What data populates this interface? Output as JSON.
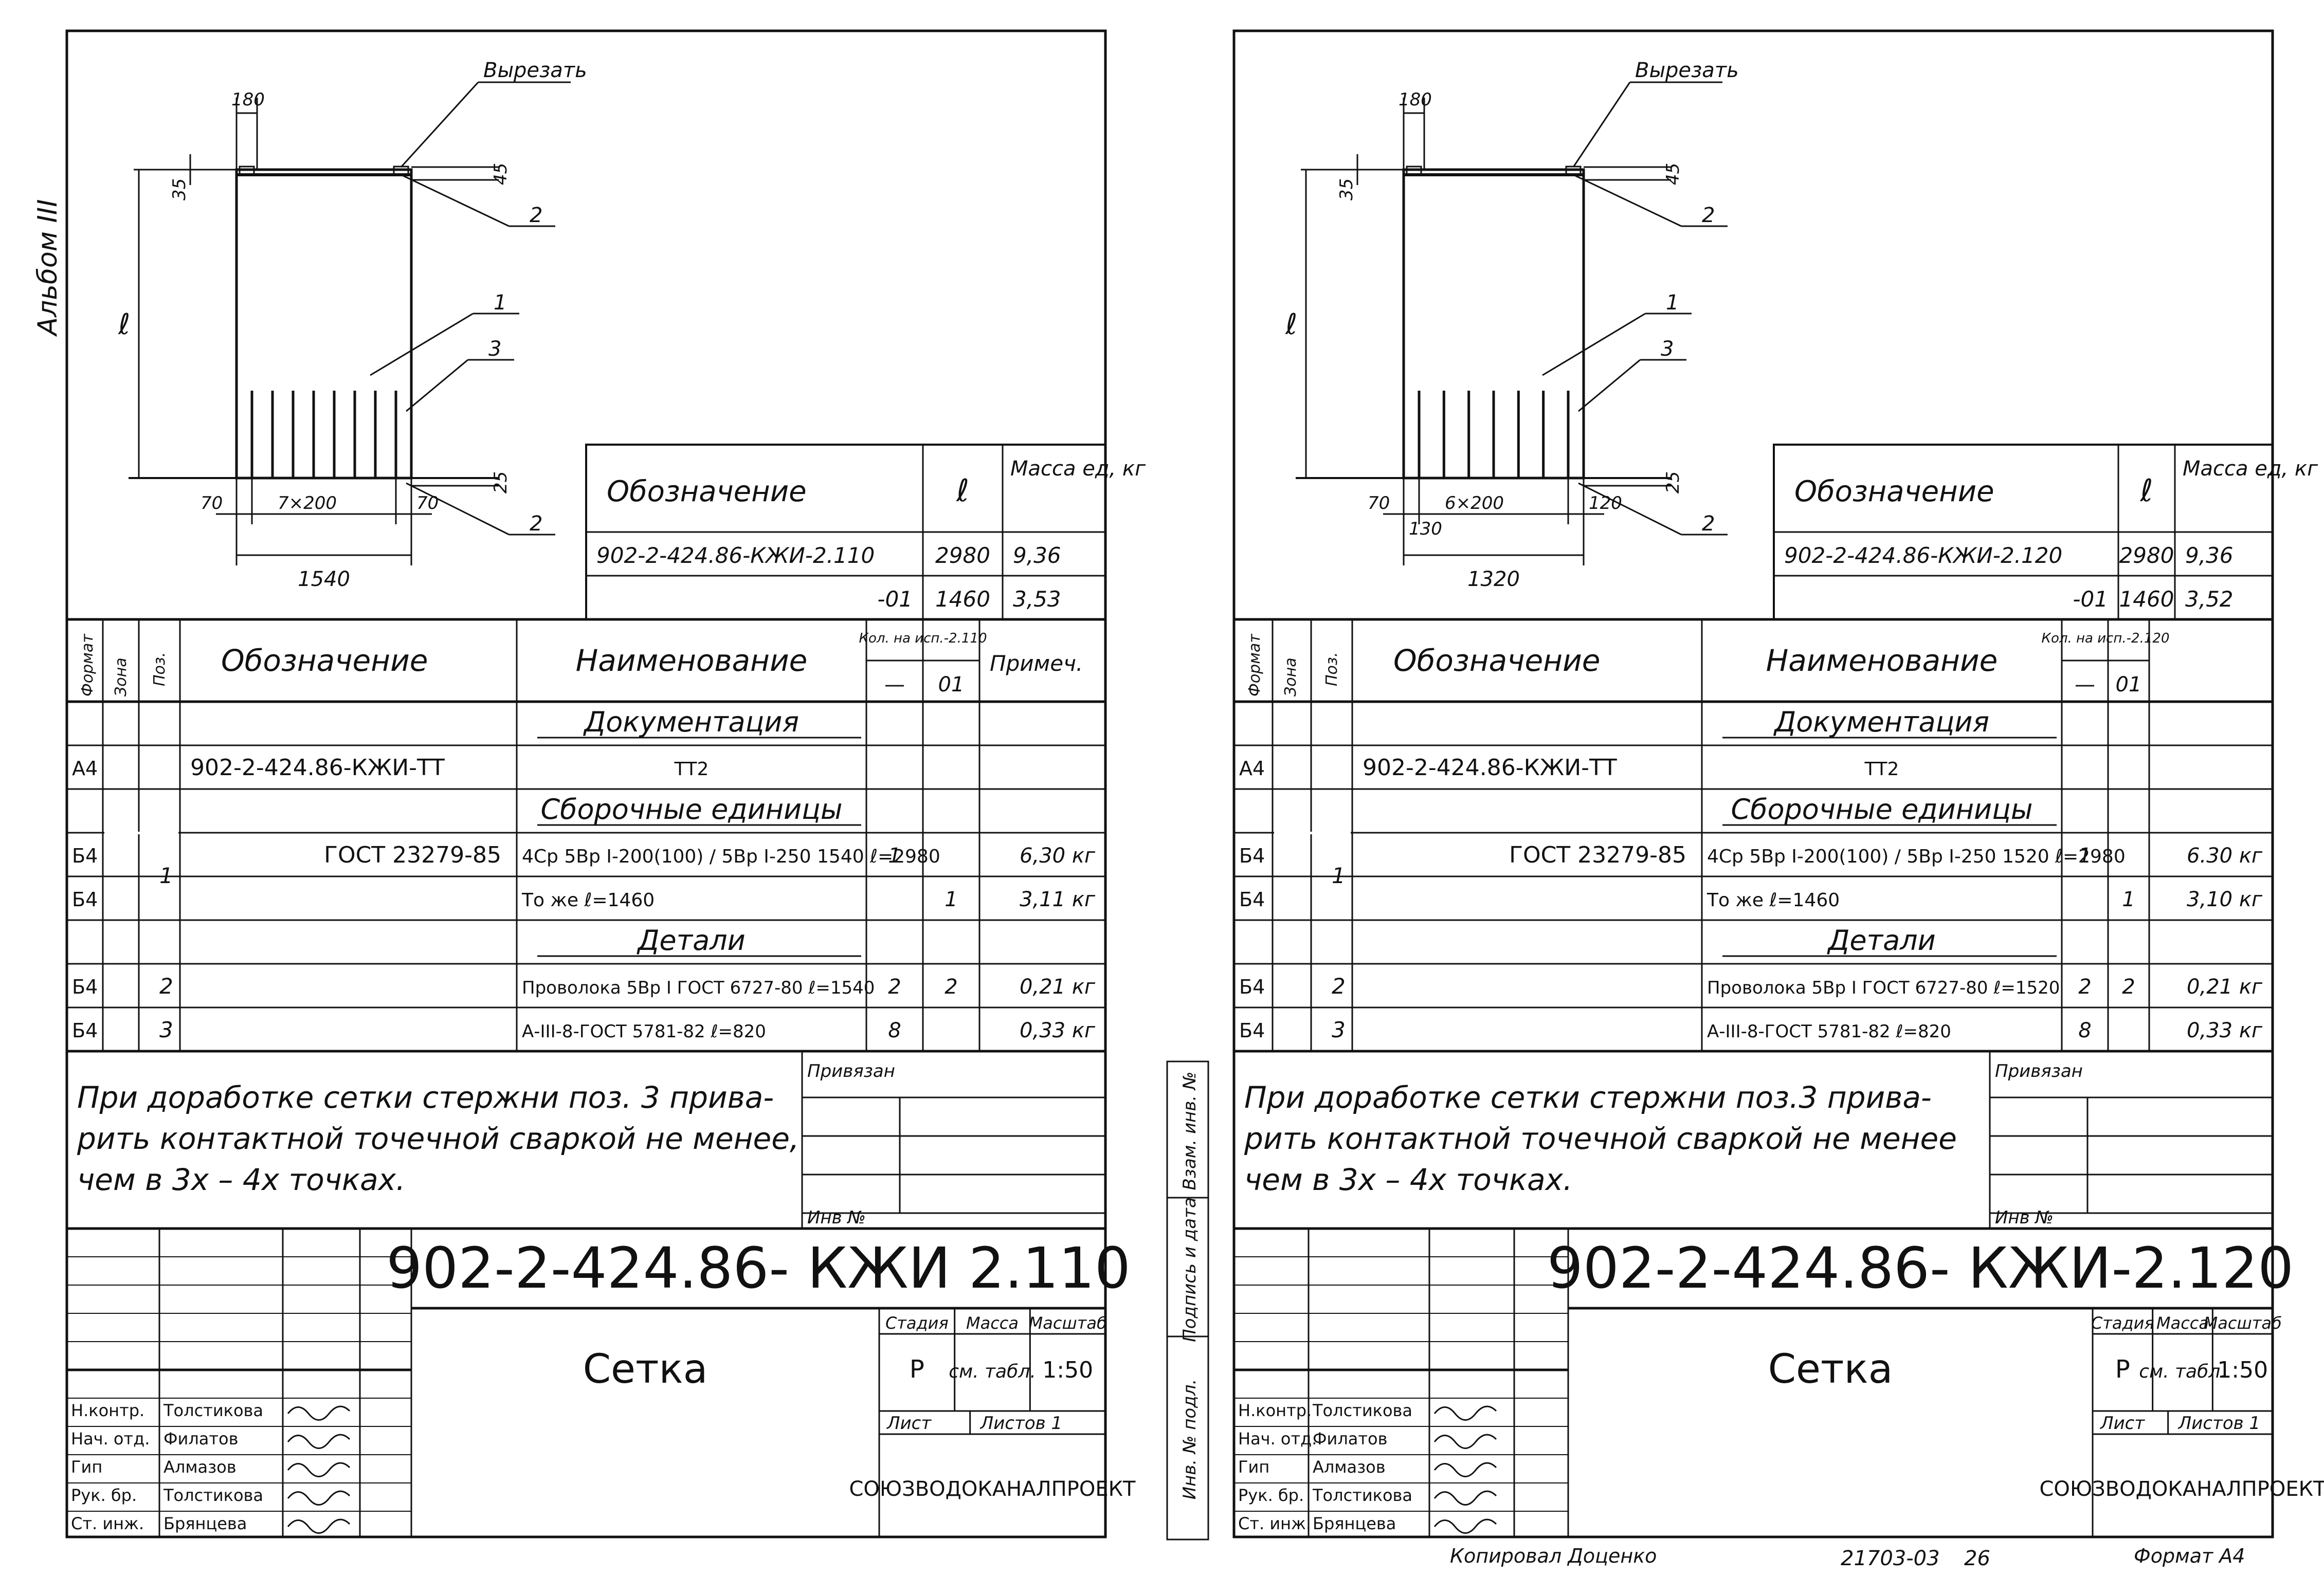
{
  "album_label": "Альбом III",
  "sheets": [
    {
      "drawing": {
        "cut_label": "Вырезать",
        "dim_top": "180",
        "dim_left": "35",
        "dim_right_top": "45",
        "dim_right_bottom": "25",
        "length_symbol": "ℓ",
        "pos_labels": [
          "2",
          "1",
          "3",
          "2"
        ],
        "dim_left_edge": "70",
        "dim_span": "7×200",
        "dim_right_edge": "70",
        "dim_total": "1540"
      },
      "variants": {
        "headers": [
          "Обозначение",
          "ℓ",
          "Масса ед, кг"
        ],
        "rows": [
          [
            "902-2-424.86-КЖИ-2.110",
            "2980",
            "9,36"
          ],
          [
            "-01",
            "1460",
            "3,53"
          ]
        ]
      },
      "spec": {
        "headers": {
          "format": "Формат",
          "zone": "Зона",
          "pos": "Поз.",
          "designation": "Обозначение",
          "name": "Наименование",
          "qty": "Кол. на исп.-2.110",
          "qty_col1": "—",
          "qty_col2": "01",
          "note": "Примеч."
        },
        "sections": {
          "docs": "Документация",
          "assemblies": "Сборочные единицы",
          "details": "Детали"
        },
        "rows": [
          {
            "format": "А4",
            "zone": "",
            "pos": "",
            "designation": "902-2-424.86-КЖИ-ТТ",
            "name": "ТТ2",
            "q1": "",
            "q2": "",
            "note": ""
          },
          {
            "format": "Б4",
            "zone": "",
            "pos": "1",
            "designation": "ГОСТ 23279-85",
            "name": "4Ср 5Вр I-200(100) / 5Вр I-250  1540  ℓ=2980",
            "q1": "1",
            "q2": "",
            "note": "6,30 кг"
          },
          {
            "format": "Б4",
            "zone": "",
            "pos": "",
            "designation": "",
            "name": "То же   ℓ=1460",
            "q1": "",
            "q2": "1",
            "note": "3,11 кг"
          },
          {
            "format": "Б4",
            "zone": "",
            "pos": "2",
            "designation": "",
            "name": "Проволока 5Вр I ГОСТ 6727-80 ℓ=1540",
            "q1": "2",
            "q2": "2",
            "note": "0,21 кг"
          },
          {
            "format": "Б4",
            "zone": "",
            "pos": "3",
            "designation": "",
            "name": "А-III-8-ГОСТ 5781-82  ℓ=820",
            "q1": "8",
            "q2": "",
            "note": "0,33 кг"
          }
        ]
      },
      "note_lines": [
        "При доработке сетки стержни поз. 3 прива-",
        "рить контактной точечной сваркой не менее,",
        "чем в 3х – 4х точках."
      ],
      "tied_label": "Привязан",
      "inv_label": "Инв №",
      "doc_code": "902-2-424.86- КЖИ 2.110",
      "title": "Сетка",
      "stamp_headers": [
        "Стадия",
        "Масса",
        "Масштаб"
      ],
      "stage": "Р",
      "mass": "см. табл.",
      "scale": "1:50",
      "sheet_label": "Лист",
      "sheets_label": "Листов 1",
      "org": "СОЮЗВОДОКАНАЛПРОЕКТ",
      "roles": [
        [
          "Н.контр.",
          "Толстикова"
        ],
        [
          "Нач. отд.",
          "Филатов"
        ],
        [
          "Гип",
          "Алмазов"
        ],
        [
          "Рук. бр.",
          "Толстикова"
        ],
        [
          "Ст. инж.",
          "Брянцева"
        ]
      ]
    },
    {
      "drawing": {
        "cut_label": "Вырезать",
        "dim_top": "180",
        "dim_left": "35",
        "dim_right_top": "45",
        "dim_right_bottom": "25",
        "length_symbol": "ℓ",
        "pos_labels": [
          "2",
          "1",
          "3",
          "2"
        ],
        "dim_left_edge": "70",
        "dim_span": "6×200",
        "dim_sub_left": "130",
        "dim_right_edge": "120",
        "dim_total": "1320"
      },
      "variants": {
        "headers": [
          "Обозначение",
          "ℓ",
          "Масса ед, кг"
        ],
        "rows": [
          [
            "902-2-424.86-КЖИ-2.120",
            "2980",
            "9,36"
          ],
          [
            "-01",
            "1460",
            "3,52"
          ]
        ]
      },
      "spec": {
        "headers": {
          "format": "Формат",
          "zone": "Зона",
          "pos": "Поз.",
          "designation": "Обозначение",
          "name": "Наименование",
          "qty": "Кол. на исп.-2.120",
          "qty_col1": "—",
          "qty_col2": "01",
          "note": ""
        },
        "sections": {
          "docs": "Документация",
          "assemblies": "Сборочные единицы",
          "details": "Детали"
        },
        "rows": [
          {
            "format": "А4",
            "zone": "",
            "pos": "",
            "designation": "902-2-424.86-КЖИ-ТТ",
            "name": "ТТ2",
            "q1": "",
            "q2": "",
            "note": ""
          },
          {
            "format": "Б4",
            "zone": "",
            "pos": "1",
            "designation": "ГОСТ 23279-85",
            "name": "4Ср 5Вр I-200(100) / 5Вр I-250  1520  ℓ=2980",
            "q1": "1",
            "q2": "",
            "note": "6.30 кг"
          },
          {
            "format": "Б4",
            "zone": "",
            "pos": "",
            "designation": "",
            "name": "То же   ℓ=1460",
            "q1": "",
            "q2": "1",
            "note": "3,10 кг"
          },
          {
            "format": "Б4",
            "zone": "",
            "pos": "2",
            "designation": "",
            "name": "Проволока 5Вр I ГОСТ 6727-80 ℓ=1520",
            "q1": "2",
            "q2": "2",
            "note": "0,21 кг"
          },
          {
            "format": "Б4",
            "zone": "",
            "pos": "3",
            "designation": "",
            "name": "А-III-8-ГОСТ 5781-82  ℓ=820",
            "q1": "8",
            "q2": "",
            "note": "0,33 кг"
          }
        ]
      },
      "note_lines": [
        "При доработке сетки стержни поз.3 прива-",
        "рить контактной точечной сваркой не менее",
        "чем в 3х – 4х точках."
      ],
      "tied_label": "Привязан",
      "inv_label": "Инв №",
      "doc_code": "902-2-424.86- КЖИ-2.120",
      "title": "Сетка",
      "stamp_headers": [
        "Стадия",
        "Масса",
        "Масштаб"
      ],
      "stage": "Р",
      "mass": "см. табл.",
      "scale": "1:50",
      "sheet_label": "Лист",
      "sheets_label": "Листов 1",
      "org": "СОЮЗВОДОКАНАЛПРОЕКТ",
      "roles": [
        [
          "Н.контр.",
          "Толстикова"
        ],
        [
          "Нач. отд.",
          "Филатов"
        ],
        [
          "Гип",
          "Алмазов"
        ],
        [
          "Рук. бр.",
          "Толстикова"
        ],
        [
          "Ст. инж.",
          "Брянцева"
        ]
      ]
    }
  ],
  "side_stamp": [
    "Инв. № подл.",
    "Подпись и дата",
    "Взам. инв. №"
  ],
  "footer": {
    "copied": "Копировал  Доценко",
    "number": "21703-03",
    "page": "26",
    "format": "Формат А4"
  }
}
